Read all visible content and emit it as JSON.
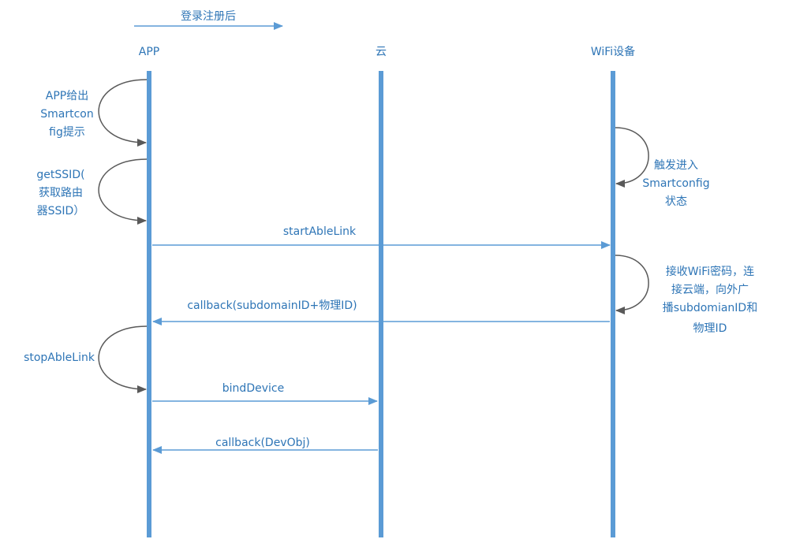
{
  "header": {
    "note": "登录注册后"
  },
  "participants": [
    {
      "id": "app",
      "label": "APP"
    },
    {
      "id": "cloud",
      "label": "云"
    },
    {
      "id": "wifi",
      "label": "WiFi设备"
    }
  ],
  "self_notes": {
    "app_smartconfig": [
      "APP给出",
      "Smartcon",
      "fig提示"
    ],
    "get_ssid": [
      "getSSID(",
      "获取路由",
      "器SSID）"
    ],
    "device_smartconfig": [
      "触发进入",
      "Smartconfig",
      "状态"
    ],
    "device_receive": [
      "接收WiFi密码，连",
      "接云端，向外广",
      "播subdomianID和",
      "物理ID"
    ],
    "stop_able_link": [
      "stopAbleLink"
    ]
  },
  "messages": {
    "start_able_link": "startAbleLink",
    "callback_ids": "callback(subdomainID+物理ID)",
    "bind_device": "bindDevice",
    "callback_devobj": "callback(DevObj)"
  }
}
